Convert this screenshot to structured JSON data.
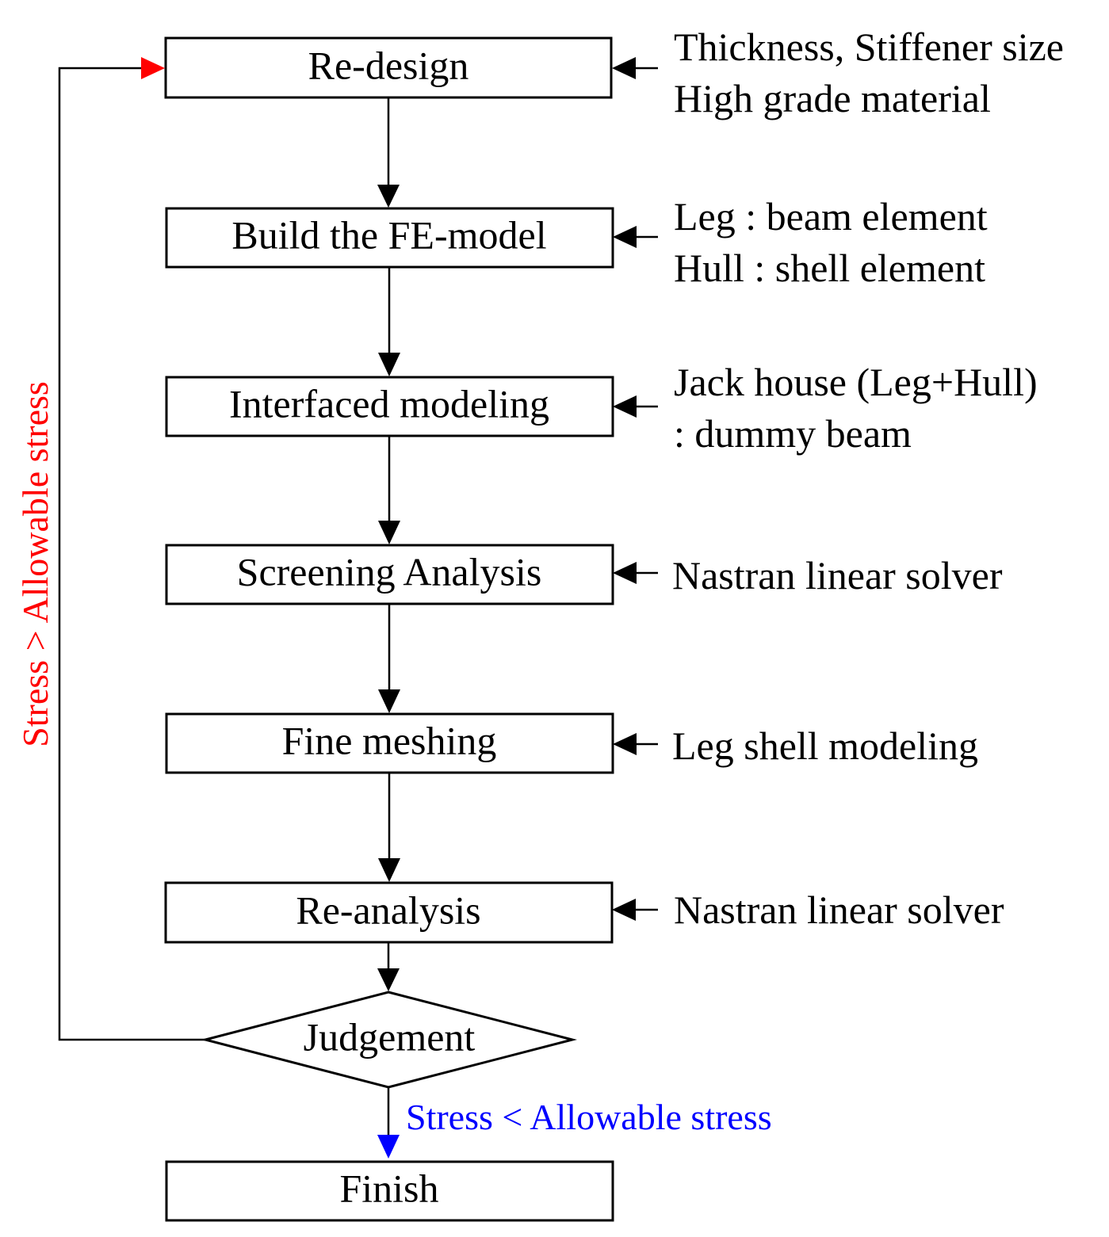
{
  "steps": {
    "redesign": "Re-design",
    "build_fe_model": "Build the FE-model",
    "interfaced_modeling": "Interfaced modeling",
    "screening_analysis": "Screening Analysis",
    "fine_meshing": "Fine meshing",
    "reanalysis": "Re-analysis",
    "judgement": "Judgement",
    "finish": "Finish"
  },
  "notes": {
    "redesign": [
      "Thickness, Stiffener size",
      "High grade material"
    ],
    "build_fe_model": [
      "Leg : beam element",
      "Hull : shell element"
    ],
    "interfaced_modeling": [
      "Jack house (Leg+Hull)",
      ": dummy beam"
    ],
    "screening_analysis": [
      "Nastran linear solver"
    ],
    "fine_meshing": [
      "Leg shell modeling"
    ],
    "reanalysis": [
      "Nastran linear solver"
    ]
  },
  "conditions": {
    "fail": "Stress > Allowable stress",
    "pass": "Stress < Allowable stress"
  },
  "colors": {
    "fail": "#ff0000",
    "pass": "#0000ff",
    "line": "#000000"
  }
}
